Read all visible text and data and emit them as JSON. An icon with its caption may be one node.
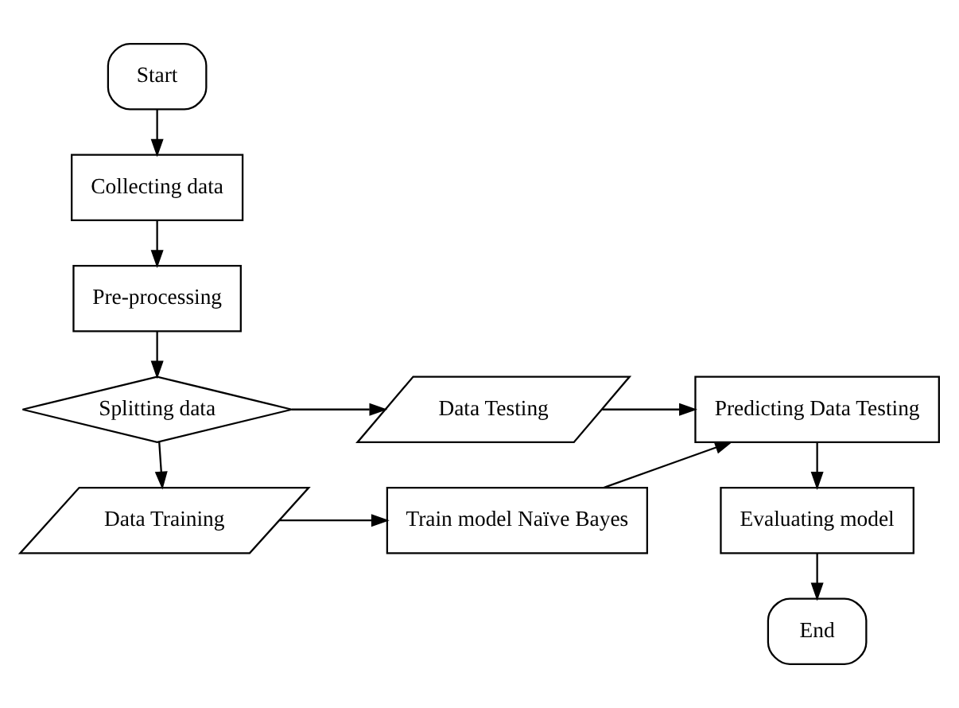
{
  "diagram": {
    "nodes": [
      {
        "text": [
          "Start"
        ]
      },
      {
        "text": [
          "Collecting data"
        ]
      },
      {
        "text": [
          "Pre-processing"
        ]
      },
      {
        "text": [
          "Splitting data"
        ]
      },
      {
        "text": [
          "Data Testing"
        ]
      },
      {
        "text": [
          "Data Training"
        ]
      },
      {
        "text": [
          "Train model Naïve Bayes"
        ]
      },
      {
        "text": [
          "Predicting Data Testing"
        ]
      },
      {
        "text": [
          "Evaluating model"
        ]
      },
      {
        "text": [
          "End"
        ]
      }
    ],
    "edges": [
      {
        "from": 0,
        "to": 1,
        "arrow": "to"
      },
      {
        "from": 1,
        "to": 2,
        "arrow": "to"
      },
      {
        "from": 2,
        "to": 3,
        "arrow": "to"
      },
      {
        "from": 3,
        "to": 4,
        "arrow": "to"
      },
      {
        "from": 3,
        "to": 5,
        "arrow": "to"
      },
      {
        "from": 4,
        "to": 7,
        "arrow": "to"
      },
      {
        "from": 5,
        "to": 6,
        "arrow": "to"
      },
      {
        "from": 6,
        "to": 7,
        "arrow": "to"
      },
      {
        "from": 7,
        "to": 8,
        "arrow": "to"
      },
      {
        "from": 8,
        "to": 9,
        "arrow": "to"
      }
    ]
  }
}
